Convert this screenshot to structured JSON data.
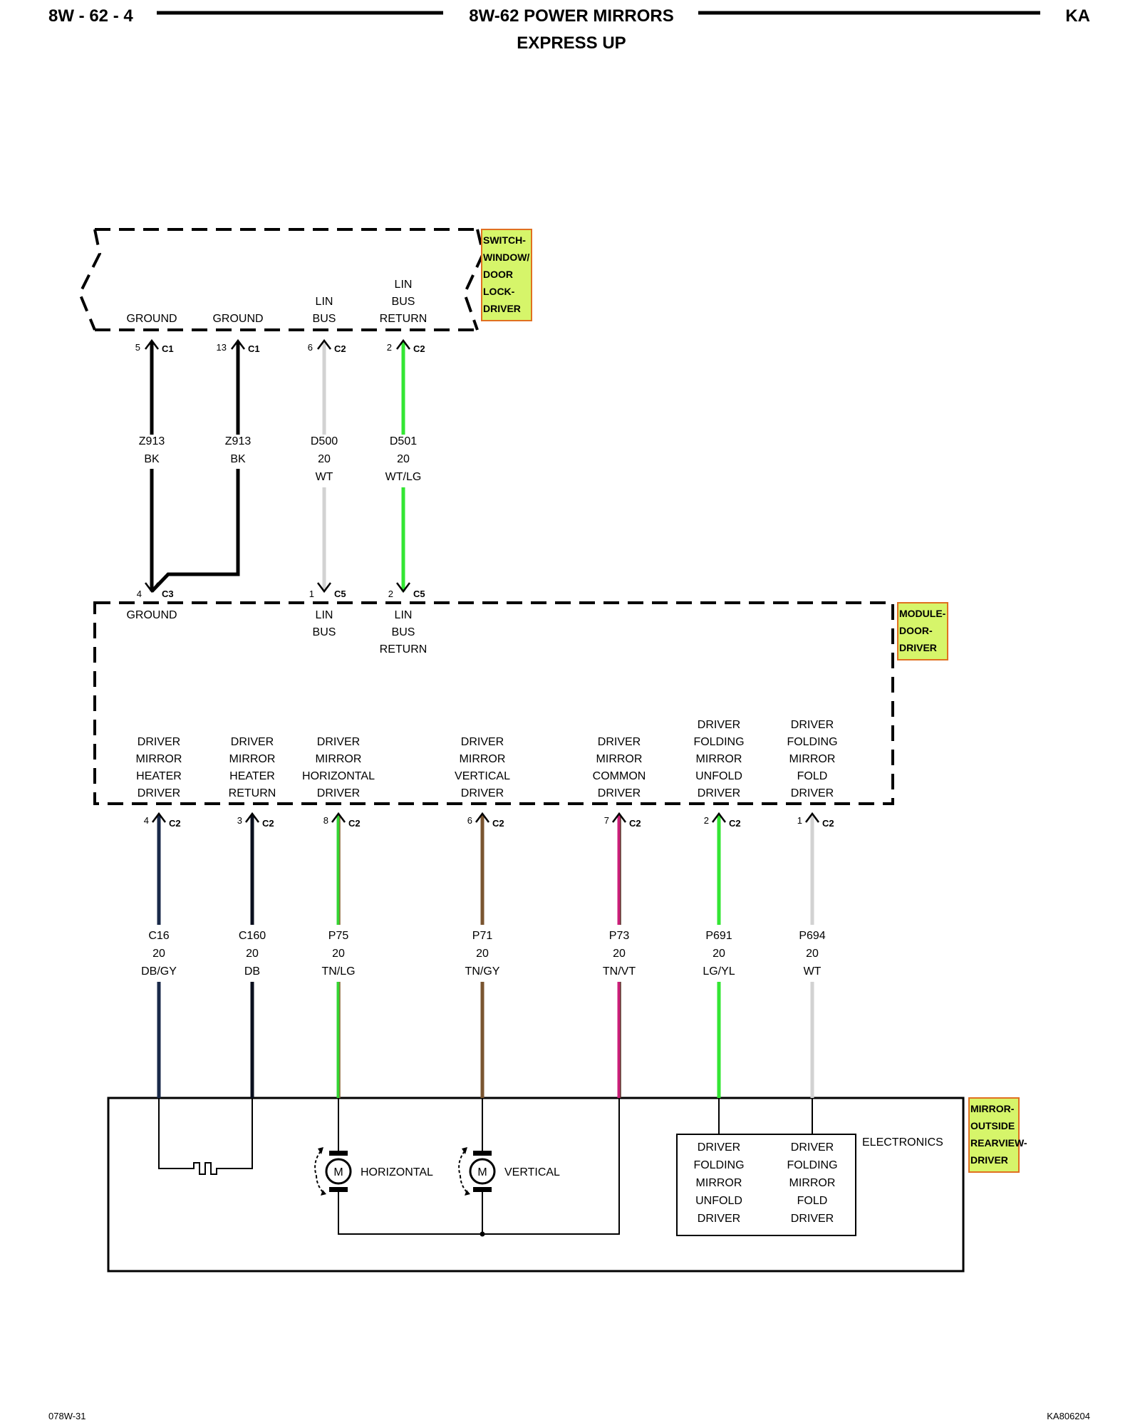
{
  "header": {
    "left": "8W - 62 - 4",
    "center_line1": "8W-62 POWER MIRRORS",
    "center_line2": "EXPRESS UP",
    "right": "KA"
  },
  "footer": {
    "left": "078W-31",
    "right": "KA806204"
  },
  "components": {
    "switch": {
      "tag": [
        "SWITCH-",
        "WINDOW/",
        "DOOR",
        "LOCK-",
        "DRIVER"
      ]
    },
    "module": {
      "tag": [
        "MODULE-",
        "DOOR-",
        "DRIVER"
      ]
    },
    "mirror": {
      "tag": [
        "MIRROR-",
        "OUTSIDE",
        "REARVIEW-",
        "DRIVER"
      ],
      "electronics_label": "ELECTRONICS",
      "motor_letter": "M",
      "horizontal_label": "HORIZONTAL",
      "vertical_label": "VERTICAL",
      "electronics_pins": [
        [
          "DRIVER",
          "FOLDING",
          "MIRROR",
          "UNFOLD",
          "DRIVER"
        ],
        [
          "DRIVER",
          "FOLDING",
          "MIRROR",
          "FOLD",
          "DRIVER"
        ]
      ]
    }
  },
  "upper_circuits": [
    {
      "switch_pin": [
        "GROUND"
      ],
      "switch_cavity": "5",
      "switch_connector": "C1",
      "circuit": "Z913",
      "gauge": "",
      "color": "BK",
      "wire_color": "#000000",
      "module_cavity": "4",
      "module_connector": "C3",
      "module_pin": [
        "GROUND"
      ]
    },
    {
      "switch_pin": [
        "GROUND"
      ],
      "switch_cavity": "13",
      "switch_connector": "C1",
      "circuit": "Z913",
      "gauge": "",
      "color": "BK",
      "wire_color": "#000000"
    },
    {
      "switch_pin": [
        "LIN",
        "BUS"
      ],
      "switch_cavity": "6",
      "switch_connector": "C2",
      "circuit": "D500",
      "gauge": "20",
      "color": "WT",
      "wire_color": "#d2d2d2",
      "module_cavity": "1",
      "module_connector": "C5",
      "module_pin": [
        "LIN",
        "BUS"
      ]
    },
    {
      "switch_pin": [
        "LIN",
        "BUS",
        "RETURN"
      ],
      "switch_cavity": "2",
      "switch_connector": "C2",
      "circuit": "D501",
      "gauge": "20",
      "color": "WT/LG",
      "wire_color": "#33e633",
      "module_cavity": "2",
      "module_connector": "C5",
      "module_pin": [
        "LIN",
        "BUS",
        "RETURN"
      ]
    }
  ],
  "lower_circuits": [
    {
      "module_pin": [
        "DRIVER",
        "MIRROR",
        "HEATER",
        "DRIVER"
      ],
      "cavity": "4",
      "connector": "C2",
      "circuit": "C16",
      "gauge": "20",
      "color": "DB/GY",
      "wire_color": "#1a2a4a"
    },
    {
      "module_pin": [
        "DRIVER",
        "MIRROR",
        "HEATER",
        "RETURN"
      ],
      "cavity": "3",
      "connector": "C2",
      "circuit": "C160",
      "gauge": "20",
      "color": "DB",
      "wire_color": "#0a0f1e"
    },
    {
      "module_pin": [
        "DRIVER",
        "MIRROR",
        "HORIZONTAL",
        "DRIVER"
      ],
      "cavity": "8",
      "connector": "C2",
      "circuit": "P75",
      "gauge": "20",
      "color": "TN/LG",
      "wire_color": "#33d633",
      "stripe_color": "#8a6a3a"
    },
    {
      "module_pin": [
        "DRIVER",
        "MIRROR",
        "VERTICAL",
        "DRIVER"
      ],
      "cavity": "6",
      "connector": "C2",
      "circuit": "P71",
      "gauge": "20",
      "color": "TN/GY",
      "wire_color": "#7a5530"
    },
    {
      "module_pin": [
        "DRIVER",
        "MIRROR",
        "COMMON",
        "DRIVER"
      ],
      "cavity": "7",
      "connector": "C2",
      "circuit": "P73",
      "gauge": "20",
      "color": "TN/VT",
      "wire_color": "#cc1f7a",
      "stripe_color": "#5a3a2a"
    },
    {
      "module_pin": [
        "DRIVER",
        "FOLDING",
        "MIRROR",
        "UNFOLD",
        "DRIVER"
      ],
      "cavity": "2",
      "connector": "C2",
      "circuit": "P691",
      "gauge": "20",
      "color": "LG/YL",
      "wire_color": "#33e633"
    },
    {
      "module_pin": [
        "DRIVER",
        "FOLDING",
        "MIRROR",
        "FOLD",
        "DRIVER"
      ],
      "cavity": "1",
      "connector": "C2",
      "circuit": "P694",
      "gauge": "20",
      "color": "WT",
      "wire_color": "#d2d2d2"
    }
  ],
  "style": {
    "tag_fill": "#d6f56a",
    "tag_border": "#e07020",
    "line": "#000000"
  }
}
